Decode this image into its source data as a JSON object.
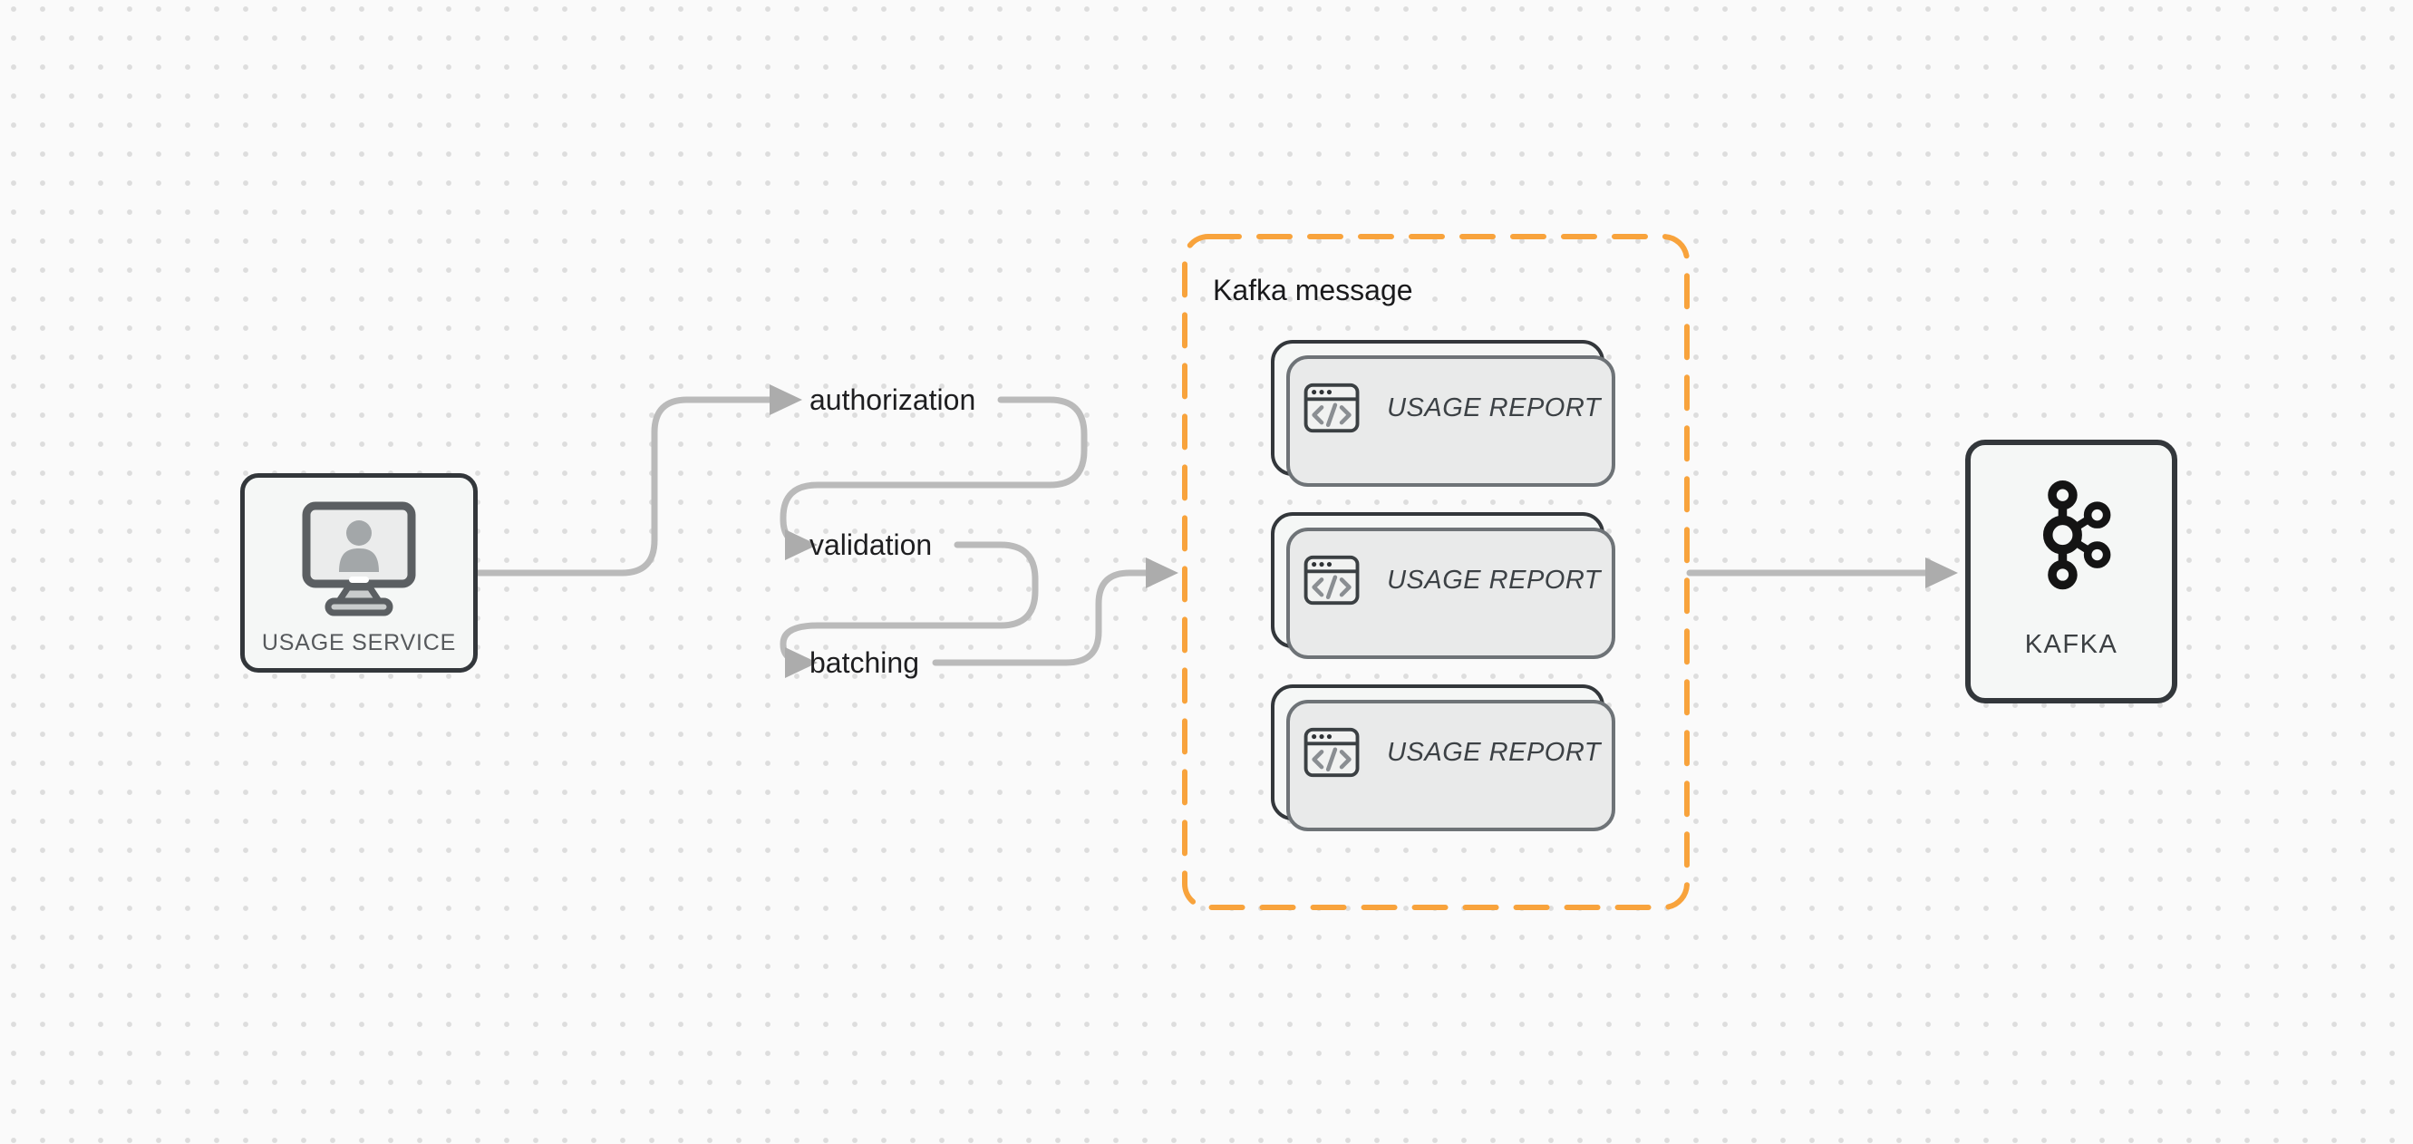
{
  "colors": {
    "background": "#FAFAFA",
    "dot_grid": "#DDDDDD",
    "connector_gray": "#BABABA",
    "arrowhead_gray": "#ACACAC",
    "node_border_dark": "#33373B",
    "node_background": "#F5F7F6",
    "accent_orange_dashed": "#F8A33C",
    "step_label_text": "#1E1E20",
    "muted_gray_text": "#56595C",
    "card_shadow_fill": "#E9EAEA",
    "card_shadow_border": "#6E7377",
    "icon_gray": "#8A8E92",
    "kafka_icon_black": "#141414"
  },
  "icons": {
    "usage_service": "monitor-user-icon",
    "message_card": "code-window-icon",
    "kafka": "kafka-icon",
    "flow": "arrowhead-icon"
  },
  "usage_service": {
    "label": "USAGE SERVICE"
  },
  "steps": [
    {
      "label": "authorization"
    },
    {
      "label": "validation"
    },
    {
      "label": "batching"
    }
  ],
  "kafka_message": {
    "title": "Kafka message",
    "cards": [
      {
        "label": "USAGE REPORT"
      },
      {
        "label": "USAGE REPORT"
      },
      {
        "label": "USAGE REPORT"
      }
    ]
  },
  "kafka": {
    "label": "KAFKA"
  }
}
